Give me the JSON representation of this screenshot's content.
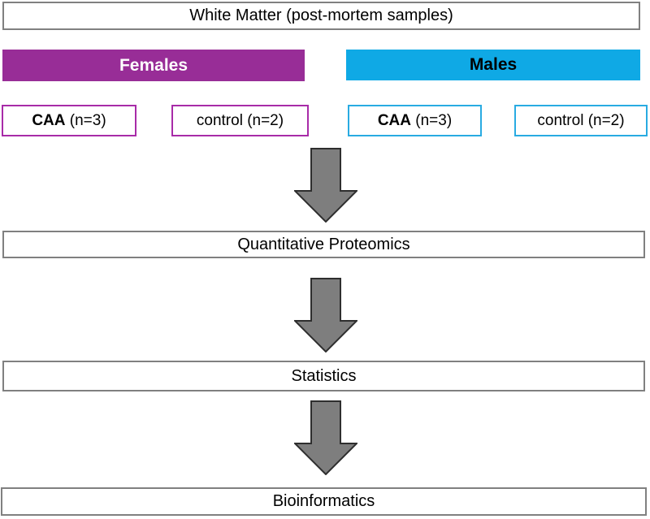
{
  "diagram": {
    "title": "White Matter (post-mortem samples)",
    "groups": [
      {
        "label": "Females",
        "bar_color": "#982D97",
        "label_color": "#FFFFFF",
        "border_color": "#A82BA8",
        "boxes": [
          {
            "bold": "CAA",
            "rest": " (n=3)"
          },
          {
            "bold": "",
            "rest": "control (n=2)"
          }
        ]
      },
      {
        "label": "Males",
        "bar_color": "#0FA9E5",
        "label_color": "#000000",
        "border_color": "#29ABE2",
        "boxes": [
          {
            "bold": "CAA",
            "rest": " (n=3)"
          },
          {
            "bold": "",
            "rest": "control (n=2)"
          }
        ]
      }
    ],
    "steps": [
      {
        "label": "Quantitative Proteomics"
      },
      {
        "label": "Statistics"
      },
      {
        "label": "Bioinformatics"
      }
    ],
    "colors": {
      "box_border": "#808080",
      "arrow_fill": "#7E7E7E",
      "arrow_border": "#2E2E2E"
    }
  }
}
